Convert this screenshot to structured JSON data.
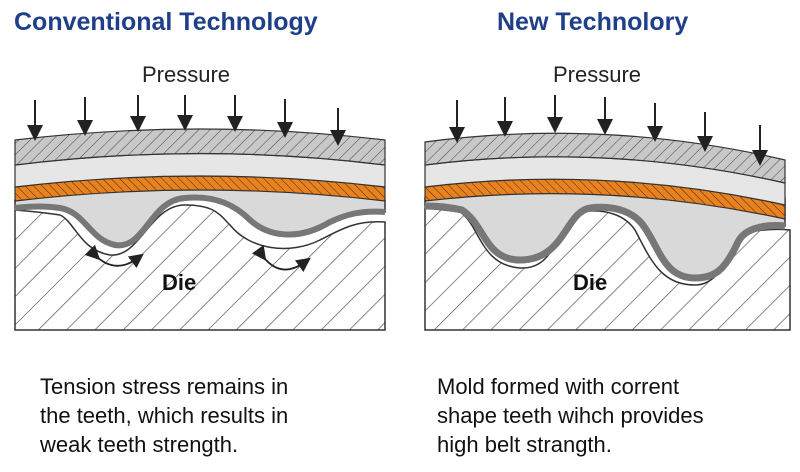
{
  "panels": {
    "left": {
      "title": "Conventional Technology",
      "pressure_label": "Pressure",
      "die_label": "Die",
      "caption_lines": [
        "Tension stress remains in",
        "the teeth, which results in",
        "weak teeth strength."
      ]
    },
    "right": {
      "title": "New Technolory",
      "pressure_label": "Pressure",
      "die_label": "Die",
      "caption_lines": [
        "Mold formed with corrent",
        "shape teeth wihch provides",
        "high belt strangth."
      ]
    }
  },
  "colors": {
    "title": "#1f3f8a",
    "outer_layer": "#c8c8c8",
    "cord_layer": "#e8821e",
    "belt_body": "#d9d9d9",
    "die_hatch": "#555555"
  },
  "icons": [
    "down-arrow-icon",
    "curved-arrow-icon"
  ]
}
